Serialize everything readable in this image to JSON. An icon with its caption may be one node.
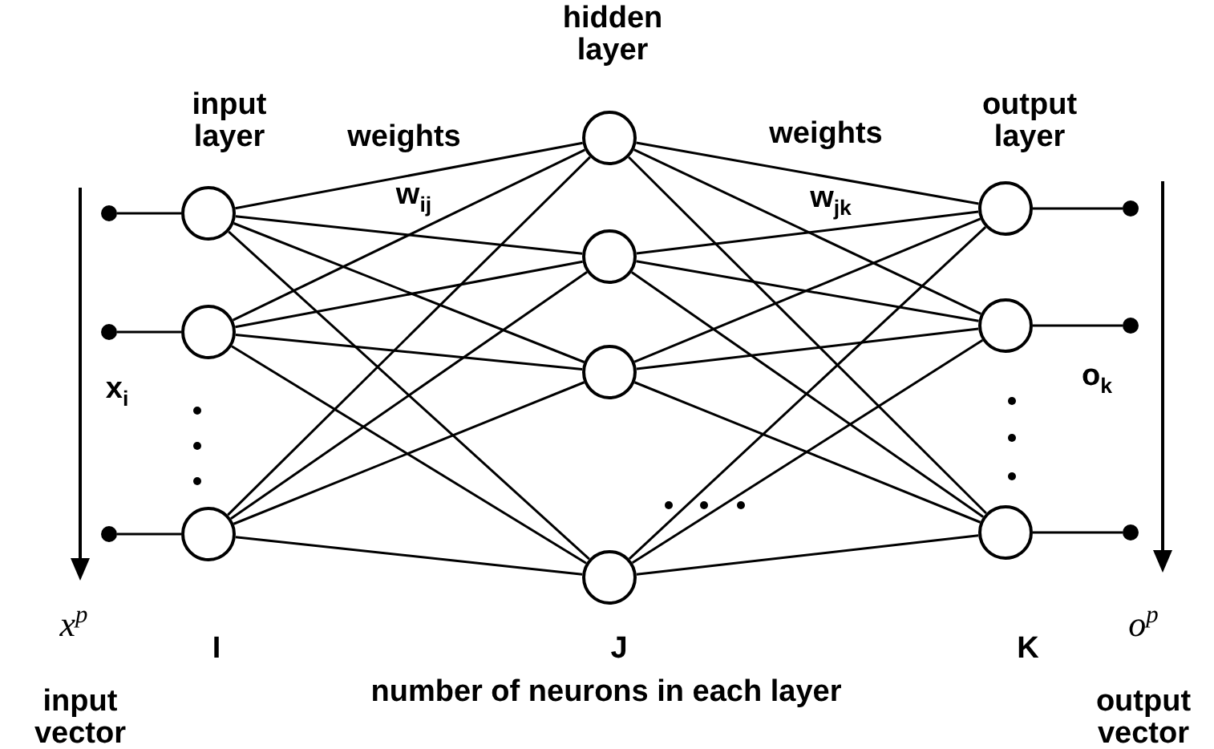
{
  "diagram": {
    "nodes": [
      {
        "text": [],
        "shape": "circle"
      },
      {
        "text": [],
        "shape": "circle"
      },
      {
        "text": [],
        "shape": "circle"
      },
      {
        "text": [],
        "shape": "circle"
      },
      {
        "text": [],
        "shape": "circle"
      },
      {
        "text": [],
        "shape": "circle"
      },
      {
        "text": [],
        "shape": "circle"
      },
      {
        "text": [],
        "shape": "circle"
      },
      {
        "text": [],
        "shape": "circle"
      },
      {
        "text": [],
        "shape": "circle"
      },
      {
        "text": [],
        "shape": "circle"
      },
      {
        "text": [],
        "shape": "circle"
      },
      {
        "text": [],
        "shape": "circle"
      },
      {
        "text": [],
        "shape": "circle"
      },
      {
        "text": [],
        "shape": "circle"
      },
      {
        "text": [],
        "shape": "circle"
      }
    ],
    "edges": [
      {
        "from": 0,
        "to": 3,
        "arrow": "none"
      },
      {
        "from": 1,
        "to": 4,
        "arrow": "none"
      },
      {
        "from": 2,
        "to": 5,
        "arrow": "none"
      },
      {
        "from": 3,
        "to": 6,
        "arrow": "none"
      },
      {
        "from": 3,
        "to": 7,
        "arrow": "none"
      },
      {
        "from": 3,
        "to": 8,
        "arrow": "none"
      },
      {
        "from": 3,
        "to": 9,
        "arrow": "none"
      },
      {
        "from": 4,
        "to": 6,
        "arrow": "none"
      },
      {
        "from": 4,
        "to": 7,
        "arrow": "none"
      },
      {
        "from": 4,
        "to": 8,
        "arrow": "none"
      },
      {
        "from": 4,
        "to": 9,
        "arrow": "none"
      },
      {
        "from": 5,
        "to": 6,
        "arrow": "none"
      },
      {
        "from": 5,
        "to": 7,
        "arrow": "none"
      },
      {
        "from": 5,
        "to": 8,
        "arrow": "none"
      },
      {
        "from": 5,
        "to": 9,
        "arrow": "none"
      },
      {
        "from": 6,
        "to": 10,
        "arrow": "none"
      },
      {
        "from": 6,
        "to": 11,
        "arrow": "none"
      },
      {
        "from": 6,
        "to": 12,
        "arrow": "none"
      },
      {
        "from": 7,
        "to": 10,
        "arrow": "none"
      },
      {
        "from": 7,
        "to": 11,
        "arrow": "none"
      },
      {
        "from": 7,
        "to": 12,
        "arrow": "none"
      },
      {
        "from": 8,
        "to": 10,
        "arrow": "none"
      },
      {
        "from": 8,
        "to": 11,
        "arrow": "none"
      },
      {
        "from": 8,
        "to": 12,
        "arrow": "none"
      },
      {
        "from": 9,
        "to": 10,
        "arrow": "none"
      },
      {
        "from": 9,
        "to": 11,
        "arrow": "none"
      },
      {
        "from": 9,
        "to": 12,
        "arrow": "none"
      },
      {
        "from": 10,
        "to": 13,
        "arrow": "none"
      },
      {
        "from": 11,
        "to": 14,
        "arrow": "none"
      },
      {
        "from": 12,
        "to": 15,
        "arrow": "none"
      }
    ],
    "labels": [
      "hidden layer",
      "input layer",
      "weights",
      "weights",
      "output layer",
      "w$_{ij}$",
      "w$_{jk}$",
      "x$_{i}$",
      "o$_{k}$",
      "x$^{p}$",
      "o$^{p}$",
      "I",
      "J",
      "K",
      "input vector",
      "number of neurons in each layer",
      "output vector"
    ]
  }
}
